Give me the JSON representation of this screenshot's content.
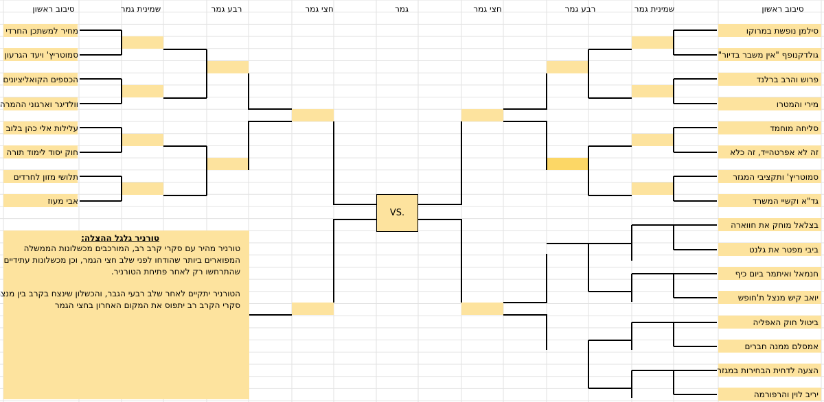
{
  "headers": {
    "left": [
      "סיבוב ראשון",
      "שמינית גמר",
      "רבע גמר",
      "חצי גמר"
    ],
    "center": "גמר",
    "right": [
      "חצי גמר",
      "רבע גמר",
      "שמינית גמר",
      "סיבוב ראשון"
    ]
  },
  "left_entries": [
    "מחיר למשתכן החרדי",
    "סמוטריץ' ויעד הגרעון",
    "הכספים הקואליציונים",
    "וולדיגר וארגוני ההמרה",
    "עלילות אלי כהן בלוב",
    "חוק יסוד לימוד תורה",
    "תלושי מזון לחרדים",
    "אבי מעוז"
  ],
  "right_entries": [
    "סילמן נופשת במרוקו",
    "גולדקנופף \"אין משבר בדיור\"",
    "פרוש והרב ברלנד",
    "מירי והמטרו",
    "סליחה מוחמד",
    "זה לא אפרטהייד, זה כלא",
    "סמוטריץ' ותקציבי המגזר",
    "גד\"א וקשיי המשרד",
    "בצלאל מוחק את חווארה",
    "ביבי מפטר את גלנט",
    "חנמאל ואיתמר ביום כיף",
    "יואב קיש מנצל ת'חופש",
    "ביטול חוק האפליה",
    "אמסלם ממנה חברים",
    "הצעה לדחית הבחירות במגזר",
    "יריב לוין והרפורמה"
  ],
  "vs_label": "VS.",
  "note": {
    "title": "טורניר גלגל ההצלה:",
    "lines": [
      "טורניר מהיר עם סקרי קרב רב, המורכבים מכשלונות הממשלה",
      "המפוארים ביותר שהודחו לפני שלב חצי הגמר, וכן מכשלונות עתידיים",
      "שהתרחשו רק לאחר פתיחת הטורניר.",
      "",
      "הטורניר יתקיים לאחר שלב רבעי הגבר, והכשלון שינצח בקרב בין מנצחי",
      "סקרי הקרב רב יתפוס את המקום האחרון בחצי הגמר"
    ]
  },
  "colors": {
    "fill": "#fde39e",
    "fill_highlight": "#fcd766",
    "grid": "#e2e2e2"
  }
}
